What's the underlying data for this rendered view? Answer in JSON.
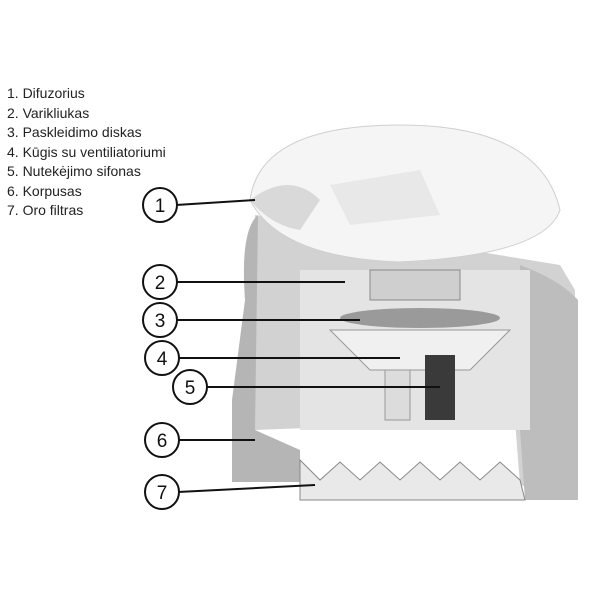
{
  "legend": [
    "1. Difuzorius",
    "2. Varikliukas",
    "3. Paskleidimo diskas",
    "4. Kūgis su ventiliatoriumi",
    "5. Nutekėjimo sifonas",
    "6. Korpusas",
    "7. Oro filtras"
  ],
  "callouts": [
    "1",
    "2",
    "3",
    "4",
    "5",
    "6",
    "7"
  ],
  "colors": {
    "body": "#b3b3b3",
    "dome": "#f3f3f3",
    "inner": "#d8d8d8",
    "dark": "#333333"
  }
}
